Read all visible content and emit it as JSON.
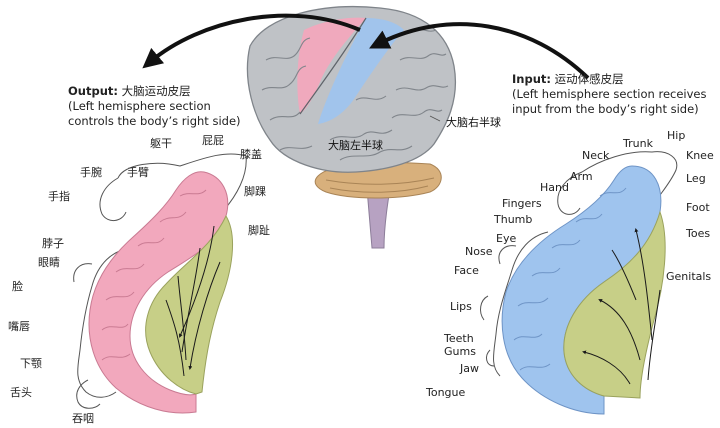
{
  "output": {
    "title_bold": "Output:",
    "title_rest": " 大脑运动皮层",
    "line2": "(Left hemisphere section",
    "line3": "controls the body’s right side)"
  },
  "input": {
    "title_bold": "Input:",
    "title_rest": " 运动体感皮层",
    "line2": "(Left hemisphere section receives",
    "line3": "input from the body’s right side)"
  },
  "brain": {
    "left_hemisphere": "大脑左半球",
    "right_hemisphere": "大脑右半球"
  },
  "motor_labels": {
    "trunk": "躯干",
    "hip": "屁屁",
    "knee": "膝盖",
    "wrist": "手腕",
    "arm": "手臂",
    "ankle": "脚踝",
    "fingers": "手指",
    "toes": "脚趾",
    "neck": "脖子",
    "eyes": "眼睛",
    "face": "脸",
    "lips": "嘴唇",
    "jaw": "下颚",
    "tongue": "舌头",
    "swallowing": "吞咽"
  },
  "sensory_labels": {
    "trunk": "Trunk",
    "hip": "Hip",
    "neck": "Neck",
    "knee": "Knee",
    "arm": "Arm",
    "hand": "Hand",
    "leg": "Leg",
    "fingers": "Fingers",
    "foot": "Foot",
    "thumb": "Thumb",
    "toes": "Toes",
    "eye": "Eye",
    "nose": "Nose",
    "face": "Face",
    "genitals": "Genitals",
    "lips": "Lips",
    "teeth": "Teeth",
    "gums": "Gums",
    "jaw": "Jaw",
    "tongue": "Tongue"
  },
  "colors": {
    "motor_cortex": "#f2a8bd",
    "sensory_cortex": "#9fc4ee",
    "white_matter": "#c7cf87",
    "brain_gray": "#bfc2c6",
    "brainstem": "#b7a2c2",
    "cerebellum": "#d8b07c"
  }
}
